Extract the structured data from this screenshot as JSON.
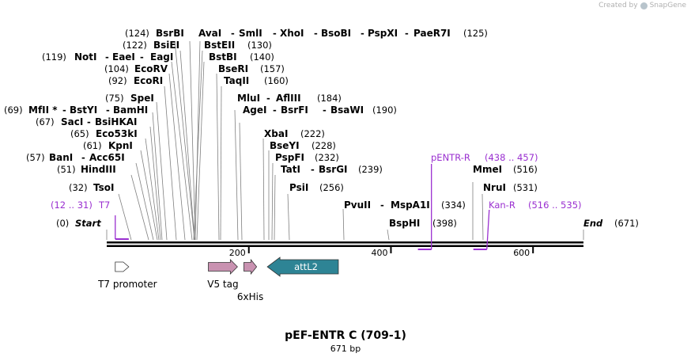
{
  "watermark": {
    "prefix": "Created by",
    "brand": "SnapGene"
  },
  "map": {
    "name": "pEF-ENTR C (709-1)",
    "length_label": "671 bp",
    "length_bp": 671
  },
  "ends": {
    "start": {
      "label": "Start",
      "pos": "(0)"
    },
    "end": {
      "label": "End",
      "pos": "(671)"
    }
  },
  "ticks": [
    "200",
    "400",
    "600"
  ],
  "site_rows": [
    [
      {
        "t": "(124)",
        "k": "num"
      },
      {
        "t": "BsrBI",
        "k": "enz"
      },
      {
        "t": "AvaI",
        "k": "enz"
      },
      {
        "t": "-",
        "k": "dash"
      },
      {
        "t": "SmlI",
        "k": "enz"
      },
      {
        "t": "-",
        "k": "dash"
      },
      {
        "t": "XhoI",
        "k": "enz"
      },
      {
        "t": "-",
        "k": "dash"
      },
      {
        "t": "BsoBI",
        "k": "enz"
      },
      {
        "t": "-",
        "k": "dash"
      },
      {
        "t": "PspXI",
        "k": "enz"
      },
      {
        "t": "-",
        "k": "dash"
      },
      {
        "t": "PaeR7I",
        "k": "enz"
      },
      {
        "t": "(125)",
        "k": "num"
      }
    ],
    [
      {
        "t": "(122)",
        "k": "num"
      },
      {
        "t": "BsiEI",
        "k": "enz"
      },
      {
        "t": "BstEII",
        "k": "enz"
      },
      {
        "t": "(130)",
        "k": "num"
      }
    ],
    [
      {
        "t": "(119)",
        "k": "num"
      },
      {
        "t": "NotI",
        "k": "enz"
      },
      {
        "t": "-",
        "k": "dash"
      },
      {
        "t": "EaeI",
        "k": "enz"
      },
      {
        "t": "-",
        "k": "dash"
      },
      {
        "t": "EagI",
        "k": "enz"
      },
      {
        "t": "BstBI",
        "k": "enz"
      },
      {
        "t": "(140)",
        "k": "num"
      }
    ],
    [
      {
        "t": "(104)",
        "k": "num"
      },
      {
        "t": "EcoRV",
        "k": "enz"
      },
      {
        "t": "BseRI",
        "k": "enz"
      },
      {
        "t": "(157)",
        "k": "num"
      }
    ],
    [
      {
        "t": "(92)",
        "k": "num"
      },
      {
        "t": "EcoRI",
        "k": "enz"
      },
      {
        "t": "TaqII",
        "k": "enz"
      },
      {
        "t": "(160)",
        "k": "num"
      }
    ],
    [
      {
        "t": "(75)",
        "k": "num"
      },
      {
        "t": "SpeI",
        "k": "enz"
      },
      {
        "t": "MluI",
        "k": "enz"
      },
      {
        "t": "-",
        "k": "dash"
      },
      {
        "t": "AflIII",
        "k": "enz"
      },
      {
        "t": "(184)",
        "k": "num"
      }
    ],
    [
      {
        "t": "(69)",
        "k": "num"
      },
      {
        "t": "MfII *",
        "k": "enz"
      },
      {
        "t": "-",
        "k": "dash"
      },
      {
        "t": "BstYI",
        "k": "enz"
      },
      {
        "t": "-",
        "k": "dash"
      },
      {
        "t": "BamHI",
        "k": "enz"
      },
      {
        "t": "AgeI",
        "k": "enz"
      },
      {
        "t": "-",
        "k": "dash"
      },
      {
        "t": "BsrFI",
        "k": "enz"
      },
      {
        "t": "-",
        "k": "dash"
      },
      {
        "t": "BsaWI",
        "k": "enz"
      },
      {
        "t": "(190)",
        "k": "num"
      }
    ],
    [
      {
        "t": "(67)",
        "k": "num"
      },
      {
        "t": "SacI",
        "k": "enz"
      },
      {
        "t": "-",
        "k": "dash"
      },
      {
        "t": "BsiHKAI",
        "k": "enz"
      }
    ],
    [
      {
        "t": "(65)",
        "k": "num"
      },
      {
        "t": "Eco53kI",
        "k": "enz"
      },
      {
        "t": "XbaI",
        "k": "enz"
      },
      {
        "t": "(222)",
        "k": "num"
      }
    ],
    [
      {
        "t": "(61)",
        "k": "num"
      },
      {
        "t": "KpnI",
        "k": "enz"
      },
      {
        "t": "BseYI",
        "k": "enz"
      },
      {
        "t": "(228)",
        "k": "num"
      }
    ],
    [
      {
        "t": "(57)",
        "k": "num"
      },
      {
        "t": "BanI",
        "k": "enz"
      },
      {
        "t": "-",
        "k": "dash"
      },
      {
        "t": "Acc65I",
        "k": "enz"
      },
      {
        "t": "PspFI",
        "k": "enz"
      },
      {
        "t": "(232)",
        "k": "num"
      },
      {
        "t": "pENTR-R",
        "k": "primer"
      },
      {
        "t": "(438 .. 457)",
        "k": "primer"
      }
    ],
    [
      {
        "t": "(51)",
        "k": "num"
      },
      {
        "t": "HindIII",
        "k": "enz"
      },
      {
        "t": "TatI",
        "k": "enz"
      },
      {
        "t": "-",
        "k": "dash"
      },
      {
        "t": "BsrGI",
        "k": "enz"
      },
      {
        "t": "(239)",
        "k": "num"
      },
      {
        "t": "MmeI",
        "k": "enz"
      },
      {
        "t": "(516)",
        "k": "num"
      }
    ],
    [
      {
        "t": "(32)",
        "k": "num"
      },
      {
        "t": "TsoI",
        "k": "enz"
      },
      {
        "t": "PsiI",
        "k": "enz"
      },
      {
        "t": "(256)",
        "k": "num"
      },
      {
        "t": "NruI",
        "k": "enz"
      },
      {
        "t": "(531)",
        "k": "num"
      }
    ],
    [
      {
        "t": "(12 .. 31)",
        "k": "primer"
      },
      {
        "t": "T7",
        "k": "primer"
      },
      {
        "t": "PvuII",
        "k": "enz"
      },
      {
        "t": "-",
        "k": "dash"
      },
      {
        "t": "MspA1I",
        "k": "enz"
      },
      {
        "t": "(334)",
        "k": "num"
      },
      {
        "t": "Kan-R",
        "k": "primer"
      },
      {
        "t": "(516 .. 535)",
        "k": "primer"
      }
    ],
    [
      {
        "t": "BspHI",
        "k": "enz"
      },
      {
        "t": "(398)",
        "k": "num"
      }
    ]
  ],
  "features": [
    {
      "name": "T7 promoter",
      "start": 12,
      "end": 31,
      "color": "#ffffff",
      "kind": "promoter"
    },
    {
      "name": "V5 tag",
      "start": 143,
      "end": 184,
      "color": "#c992b1",
      "kind": "tag"
    },
    {
      "name": "6xHis",
      "start": 193,
      "end": 211,
      "color": "#c992b1",
      "kind": "tag"
    },
    {
      "name": "attL2",
      "start": 226,
      "end": 326,
      "color": "#2e8495",
      "kind": "attL"
    }
  ],
  "primers": [
    {
      "name": "T7",
      "start": 12,
      "end": 31,
      "side": "top"
    },
    {
      "name": "pENTR-R",
      "start": 438,
      "end": 457,
      "side": "bottom"
    },
    {
      "name": "Kan-R",
      "start": 516,
      "end": 535,
      "side": "bottom"
    }
  ],
  "colors": {
    "enzyme_text": "#000000",
    "number_text": "#000000",
    "primer": "#9a2fd0",
    "leader": "#808080",
    "backbone": "#000000"
  }
}
